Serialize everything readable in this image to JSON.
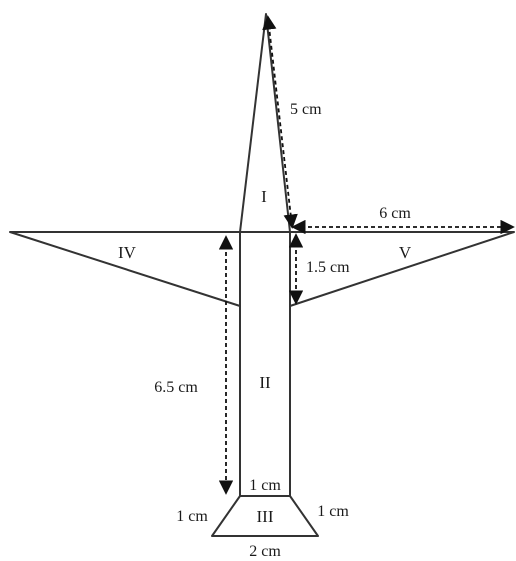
{
  "figure": {
    "regions": {
      "r1": "I",
      "r2": "II",
      "r3": "III",
      "r4": "IV",
      "r5": "V"
    },
    "measurements": {
      "top_side": "5 cm",
      "wing_width": "6 cm",
      "wing_height": "1.5 cm",
      "body_height": "6.5 cm",
      "trap_top": "1 cm",
      "trap_left": "1 cm",
      "trap_right": "1 cm",
      "trap_bottom": "2 cm"
    }
  }
}
